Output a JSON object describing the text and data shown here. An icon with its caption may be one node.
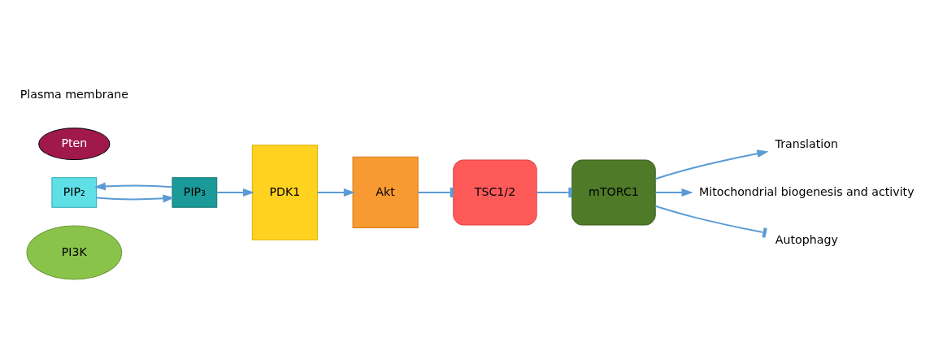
{
  "diagram": {
    "nodes": [
      {
        "text": [
          "Pten"
        ]
      },
      {
        "text": [
          "PIP₂"
        ]
      },
      {
        "text": [
          "PIP₃"
        ]
      },
      {
        "text": [
          "PI3K"
        ]
      },
      {
        "text": [
          "PDK1"
        ]
      },
      {
        "text": [
          "Akt"
        ]
      },
      {
        "text": [
          "TSC1/2"
        ]
      },
      {
        "text": [
          "mTORC1"
        ]
      },
      {
        "text": [
          "Translation"
        ]
      },
      {
        "text": [
          "Mitochondrial biogenesis and activity"
        ]
      },
      {
        "text": [
          "Autophagy"
        ]
      }
    ],
    "edges": [
      {
        "from": 1,
        "to": 2,
        "arrow": "to"
      },
      {
        "from": 2,
        "to": 1,
        "arrow": "to"
      },
      {
        "from": 2,
        "to": 4,
        "arrow": "to"
      },
      {
        "from": 4,
        "to": 5,
        "arrow": "to"
      },
      {
        "from": 5,
        "to": 6,
        "arrow": "other"
      },
      {
        "from": 6,
        "to": 7,
        "arrow": "other"
      },
      {
        "from": 7,
        "to": 8,
        "arrow": "to"
      },
      {
        "from": 7,
        "to": 9,
        "arrow": "to"
      },
      {
        "from": 7,
        "to": 10,
        "arrow": "other"
      }
    ],
    "labels": [
      "Plasma membrane"
    ]
  }
}
